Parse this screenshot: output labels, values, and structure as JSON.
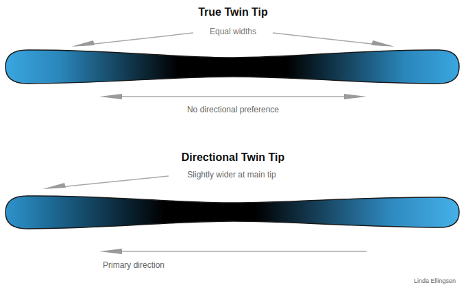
{
  "diagram": {
    "labels": [
      "True Twin Tip",
      "Equal widths",
      "No directional preference",
      "Directional Twin Tip",
      "Slightly wider at main tip",
      "Primary direction",
      "Linda Ellingsen"
    ]
  }
}
